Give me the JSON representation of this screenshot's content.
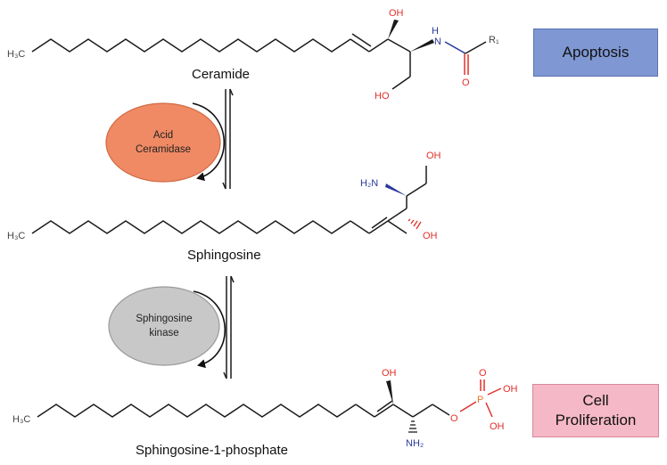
{
  "molecules": {
    "ceramide": {
      "name": "Ceramide",
      "labels": {
        "ch3": "H₃C",
        "oh": "OH",
        "nh": "H",
        "n": "N",
        "r": "R₁",
        "ho": "HO",
        "o": "O"
      }
    },
    "sphingosine": {
      "name": "Sphingosine",
      "labels": {
        "ch3": "H₃C",
        "oh_top": "OH",
        "nh2": "H₂N",
        "oh": "OH"
      }
    },
    "s1p": {
      "name": "Sphingosine-1-phosphate",
      "labels": {
        "ch3": "H₃C",
        "oh": "OH",
        "nh2": "NH₂",
        "o_ester": "O",
        "p": "P",
        "o_dbl": "O",
        "oh1": "OH",
        "oh2": "OH"
      }
    }
  },
  "enzymes": {
    "acid_ceramidase": {
      "line1": "Acid",
      "line2": "Ceramidase",
      "color": "#f08a64"
    },
    "sphingosine_kinase": {
      "line1": "Sphingosine",
      "line2": "kinase",
      "color": "#c8c8c8"
    }
  },
  "outcomes": {
    "apoptosis": {
      "label": "Apoptosis",
      "color": "#7f97d3"
    },
    "proliferation": {
      "line1": "Cell",
      "line2": "Proliferation",
      "color": "#f5b8c6"
    }
  }
}
